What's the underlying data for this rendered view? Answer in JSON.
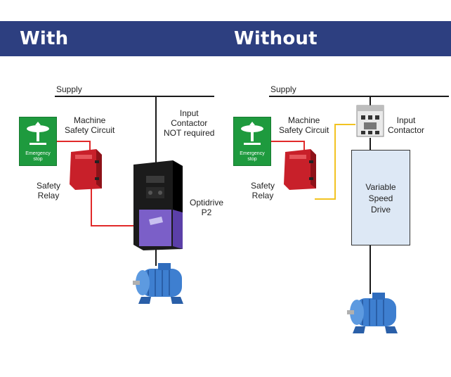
{
  "header": {
    "with_label": "With",
    "without_label": "Without"
  },
  "left": {
    "supply": "Supply",
    "machine_safety": "Machine\nSafety Circuit",
    "input_contactor_note": "Input\nContactor\nNOT required",
    "safety_relay": "Safety\nRelay",
    "drive_label": "Optidrive\nP2",
    "estop_text": "Emergency\nstop"
  },
  "right": {
    "supply": "Supply",
    "machine_safety": "Machine\nSafety Circuit",
    "input_contactor": "Input\nContactor",
    "safety_relay": "Safety\nRelay",
    "vsd_label": "Variable\nSpeed\nDrive",
    "estop_text": "Emergency\nstop"
  },
  "colors": {
    "header": "#2d3f80",
    "safety_wire": "#e12a2a",
    "contactor_wire": "#f2c322",
    "estop": "#1e9a3e",
    "relay": "#c8202a",
    "drive_top": "#1b1b1b",
    "drive_bottom": "#7b5fc8",
    "motor": "#3e7fd0"
  }
}
